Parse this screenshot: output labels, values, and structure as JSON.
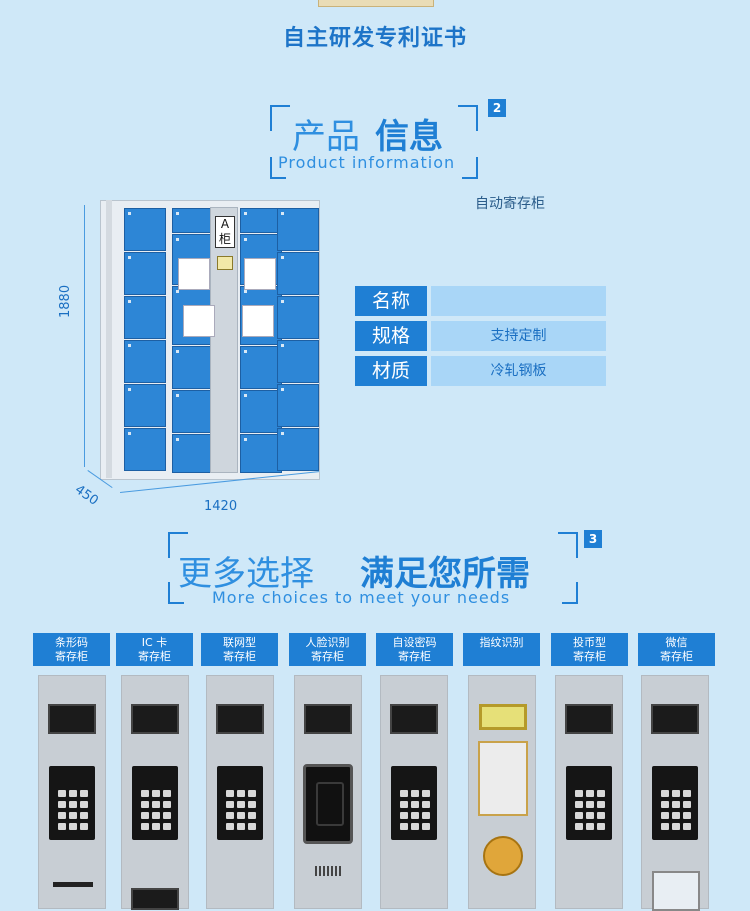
{
  "certificate": {
    "title": "自主研发专利证书"
  },
  "section2": {
    "zh_light": "产品",
    "zh_bold": "信息",
    "en": "Product information",
    "number": "2"
  },
  "product": {
    "caption": "自动寄存柜",
    "locker_sign": "A柜",
    "dimensions": {
      "height": "1880",
      "depth": "450",
      "width": "1420"
    },
    "specs": [
      {
        "label": "名称",
        "value": ""
      },
      {
        "label": "规格",
        "value": "支持定制"
      },
      {
        "label": "材质",
        "value": "冷轧钢板"
      }
    ]
  },
  "section3": {
    "zh_light": "更多选择",
    "zh_bold": "满足您所需",
    "en": "More choices to meet your needs",
    "number": "3"
  },
  "types": [
    {
      "line1": "条形码",
      "line2": "寄存柜"
    },
    {
      "line1": "IC 卡",
      "line2": "寄存柜"
    },
    {
      "line1": "联网型",
      "line2": "寄存柜"
    },
    {
      "line1": "人脸识别",
      "line2": "寄存柜"
    },
    {
      "line1": "自设密码",
      "line2": "寄存柜"
    },
    {
      "line1": "指纹识别",
      "line2": ""
    },
    {
      "line1": "投币型",
      "line2": "寄存柜"
    },
    {
      "line1": "微信",
      "line2": "寄存柜"
    }
  ],
  "colors": {
    "accent": "#1f7fd4",
    "background": "#cfe8f8",
    "door": "#2d86d6",
    "spec_value_bg": "#a9d6f7"
  }
}
